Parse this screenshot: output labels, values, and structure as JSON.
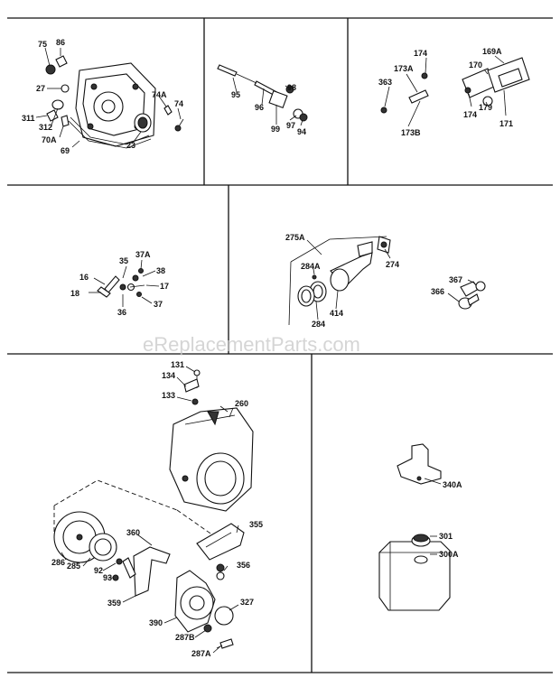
{
  "watermark": "eReplacementParts.com",
  "panels": {
    "p1": [
      "75",
      "86",
      "27",
      "74A",
      "74",
      "311",
      "312",
      "70A",
      "69",
      "23"
    ],
    "p2": [
      "98",
      "95",
      "96",
      "99",
      "97",
      "94"
    ],
    "p3": [
      "174",
      "169A",
      "173A",
      "170",
      "363",
      "174",
      "179",
      "171",
      "173B"
    ],
    "p4": [
      "37A",
      "35",
      "38",
      "16",
      "17",
      "18",
      "36",
      "37"
    ],
    "p5": [
      "275A",
      "274",
      "284A",
      "367",
      "414",
      "366",
      "284"
    ],
    "p6": [
      "131",
      "134",
      "133",
      "260",
      "360",
      "355",
      "286",
      "285",
      "92",
      "356",
      "93",
      "327",
      "359",
      "390",
      "287B",
      "287A"
    ],
    "p7": [
      "340A",
      "301",
      "300A"
    ]
  }
}
